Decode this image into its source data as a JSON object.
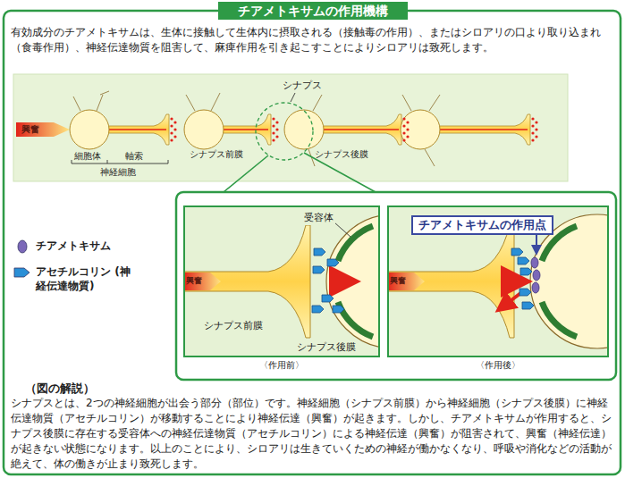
{
  "diagram": {
    "title": "チアメトキサムの作用機構",
    "nodes": [
      {
        "text": [
          "〈作用前〉"
        ]
      },
      {
        "text": [
          "〈作用後〉"
        ]
      },
      {
        "text": [
          "チアメトキサムの作用点"
        ],
        "in": 1
      }
    ],
    "labels": [
      "有効成分のチアメトキサムは、生体に接触して生体内に摂取される（接触毒の作用）、またはシロアリの口より取り込まれ（食毒作用）、神経伝達物質を阻害して、麻痺作用を引き起こすことによりシロアリは致死します。",
      "興奮",
      "細胞体",
      "軸索",
      "神経細胞",
      "シナプス",
      "シナプス前膜",
      "シナプス後膜",
      "受容体",
      "興奮",
      "シナプス前膜",
      "シナプス後膜",
      "興奮",
      "（図の解説）",
      "シナプスとは、2つの神経細胞が出会う部分（部位）です。神経細胞（シナプス前膜）から神経細胞（シナプス後膜）に神経伝達物質（アセチルコリン）が移動することにより神経伝達（興奮）が起きます。しかし、チアメトキサムが作用すると、シナプス後膜に存在する受容体への神経伝達物質（アセチルコリン）による神経伝達（興奮）が阻害されて、興奮（神経伝達）が起きない状態になります。以上のことにより、シロアリは生きていくための神経が働かなくなり、呼吸や消化などの活動が絶えて、体の働きが止まり致死します。"
    ],
    "legend": [
      {
        "text": "チアメトキサム",
        "color": "#7b68b8"
      },
      {
        "text": "アセチルコリン (神経伝達物質)",
        "color": "#2a8fd6"
      }
    ]
  }
}
